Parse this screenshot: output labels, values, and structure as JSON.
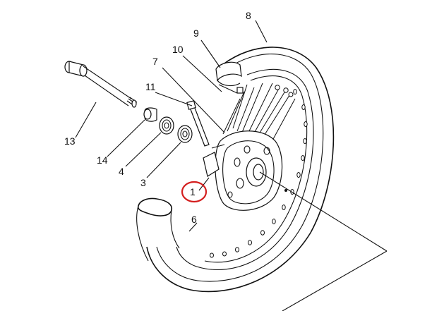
{
  "diagram": {
    "callouts": [
      {
        "id": "p1",
        "text": "1",
        "highlighted": true
      },
      {
        "id": "p3",
        "text": "3"
      },
      {
        "id": "p4",
        "text": "4"
      },
      {
        "id": "p6",
        "text": "6"
      },
      {
        "id": "p7",
        "text": "7"
      },
      {
        "id": "p8",
        "text": "8"
      },
      {
        "id": "p9",
        "text": "9"
      },
      {
        "id": "p10",
        "text": "10"
      },
      {
        "id": "p11",
        "text": "11"
      },
      {
        "id": "p13",
        "text": "13"
      },
      {
        "id": "p14",
        "text": "14"
      }
    ],
    "highlight_color": "#d42020",
    "line_color": "#111111"
  }
}
